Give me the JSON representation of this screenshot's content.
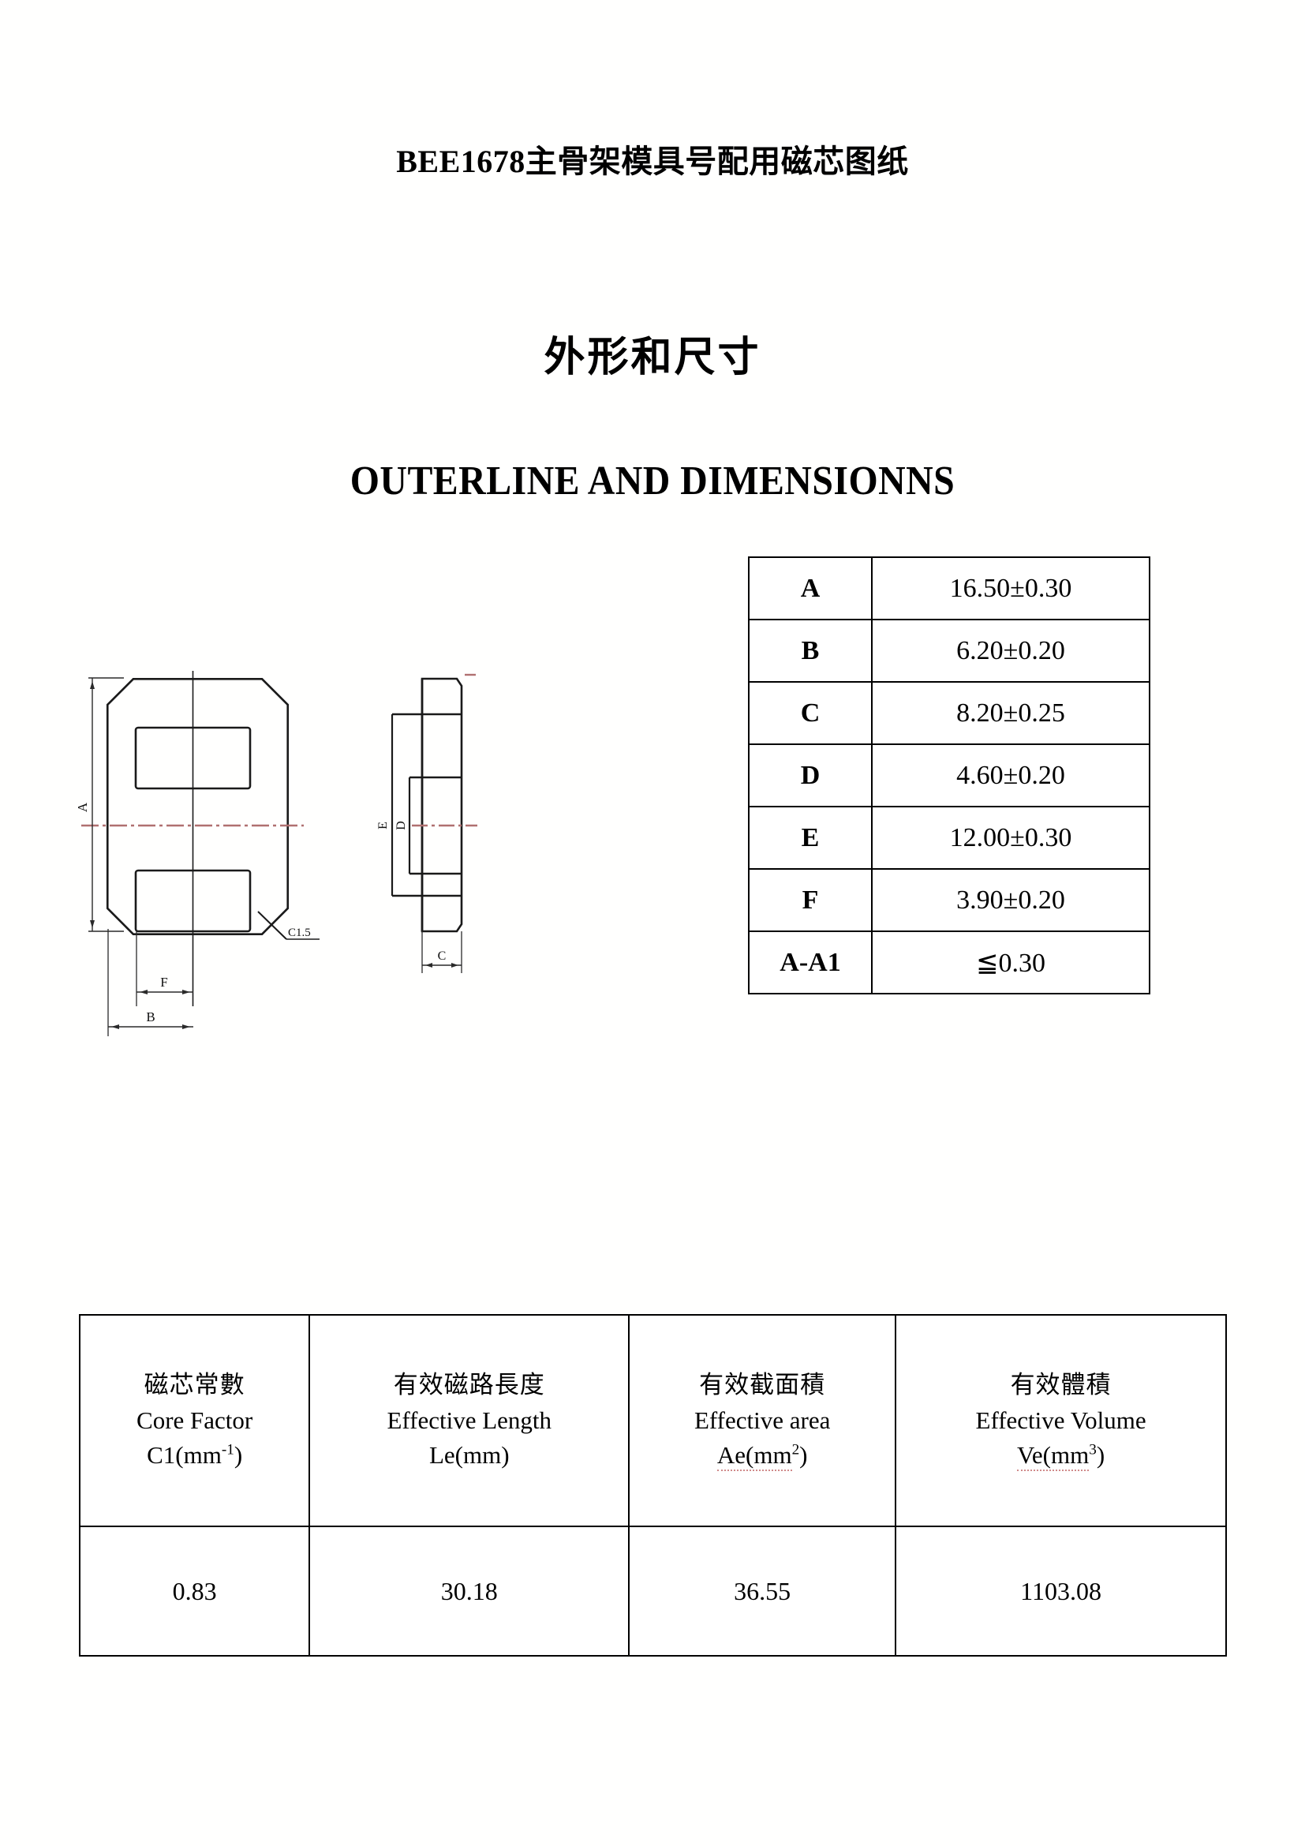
{
  "document": {
    "title": "BEE1678主骨架模具号配用磁芯图纸",
    "heading_cn": "外形和尺寸",
    "heading_en": "OUTERLINE AND DIMENSIONNS"
  },
  "dimension_table": {
    "rows": [
      {
        "key": "A",
        "value": "16.50±0.30"
      },
      {
        "key": "B",
        "value": "6.20±0.20"
      },
      {
        "key": "C",
        "value": "8.20±0.25"
      },
      {
        "key": "D",
        "value": "4.60±0.20"
      },
      {
        "key": "E",
        "value": "12.00±0.30"
      },
      {
        "key": "F",
        "value": "3.90±0.20"
      },
      {
        "key": "A-A1",
        "value": "≦0.30"
      }
    ]
  },
  "core_table": {
    "columns": [
      {
        "cn": "磁芯常數",
        "en": "Core Factor",
        "symbol_base": "C1(mm",
        "symbol_sup": "-1",
        "symbol_tail": ")",
        "value": "0.83"
      },
      {
        "cn": "有效磁路長度",
        "en": "Effective Length",
        "symbol_base": "Le(mm",
        "symbol_sup": "",
        "symbol_tail": ")",
        "value": "30.18"
      },
      {
        "cn": "有效截面積",
        "en": "Effective area",
        "symbol_base": "Ae(mm",
        "symbol_sup": "2",
        "symbol_tail": ")",
        "value": "36.55"
      },
      {
        "cn": "有效體積",
        "en": "Effective Volume",
        "symbol_base": "Ve(mm",
        "symbol_sup": "3",
        "symbol_tail": ")",
        "value": "1103.08"
      }
    ]
  },
  "drawing": {
    "front_view": {
      "labels": {
        "height_a": "A",
        "window_f": "F",
        "base_b": "B",
        "chamfer": "C1.5"
      }
    },
    "side_view": {
      "labels": {
        "height_e": "E",
        "inner_d": "D",
        "thickness_c": "C"
      }
    },
    "colors": {
      "outline": "#1a1a1a",
      "centerline": "#b07070",
      "dimension": "#2a2a2a"
    }
  }
}
